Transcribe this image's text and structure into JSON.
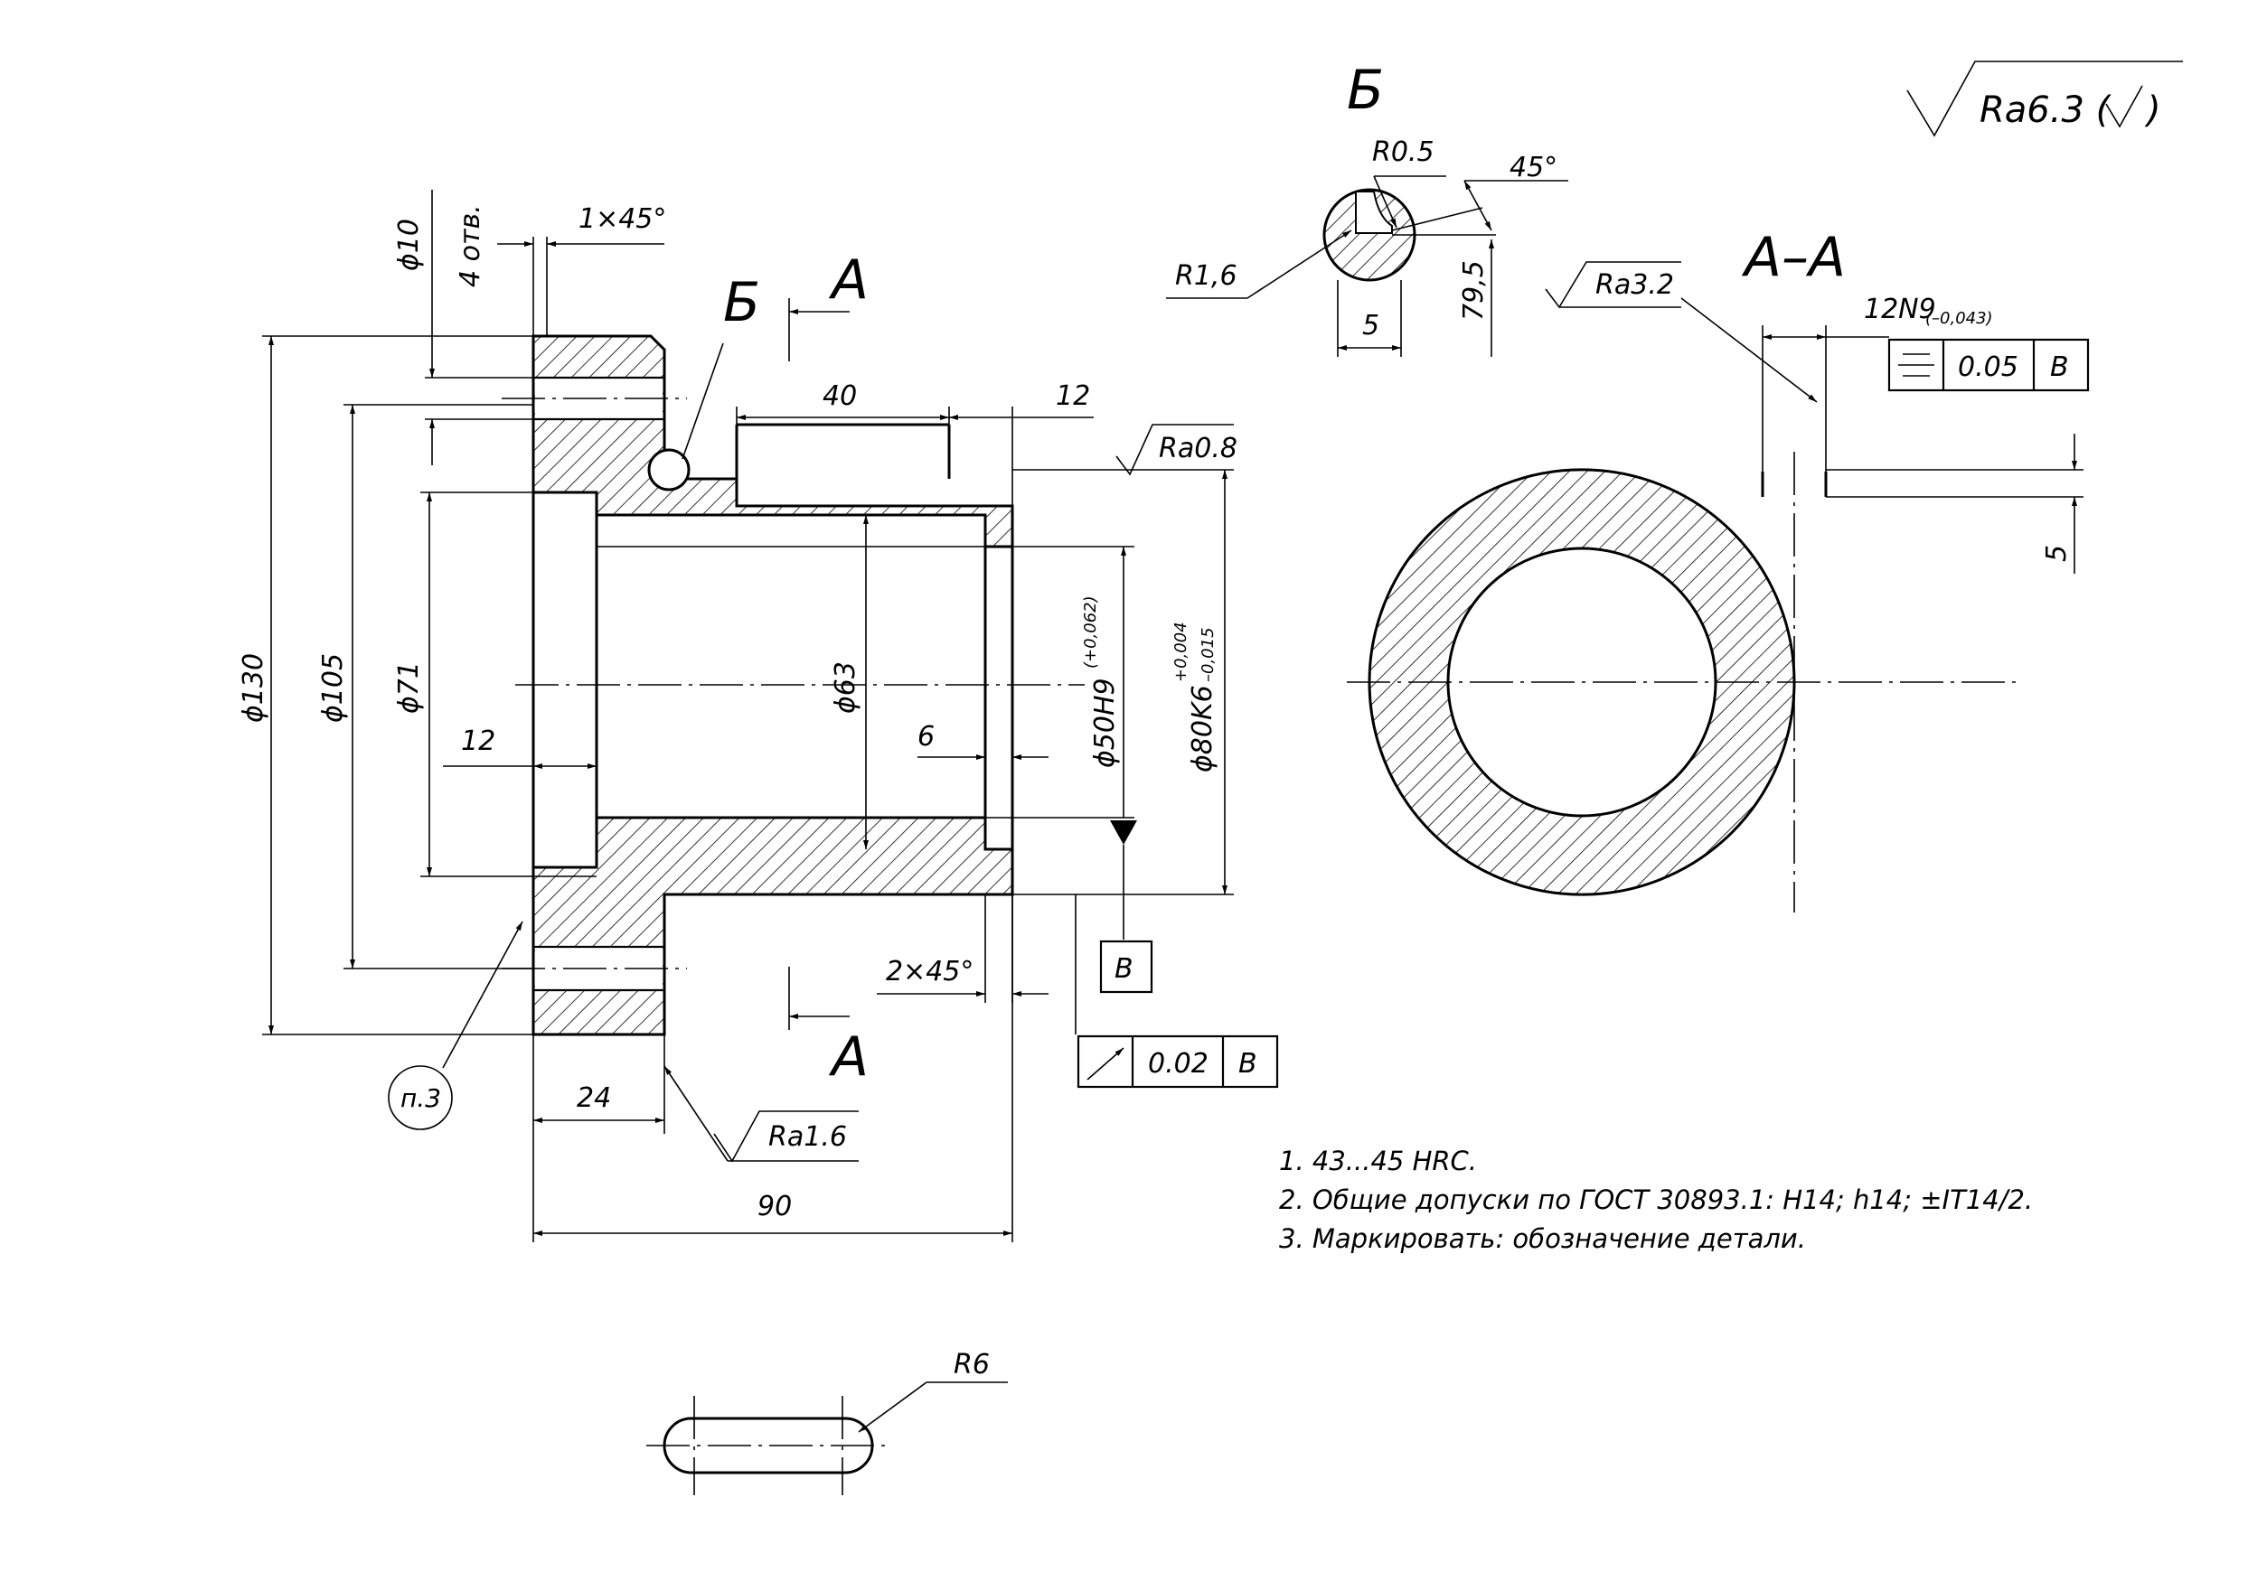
{
  "roughness": {
    "general": "Ra6.3 (",
    "face_inner": "Ra0.8",
    "keyway": "Ra3.2",
    "flange_face": "Ra1.6"
  },
  "views": {
    "section_a_label_top": "А",
    "section_a_label_bottom": "А",
    "detail_b_label": "Б",
    "detail_b_title": "Б",
    "section_aa_title": "А–А"
  },
  "dimensions": {
    "hole_dia": "ϕ10",
    "hole_count": "4 отв.",
    "chamfer_top": "1×45°",
    "len_40": "40",
    "len_12_right": "12",
    "dia_130": "ϕ130",
    "dia_105": "ϕ105",
    "dia_71": "ϕ71",
    "dia_63": "ϕ63",
    "dia_50": "ϕ50H9",
    "dia_50_tol": "(+0,062)",
    "dia_80": "ϕ80K6",
    "dia_80_tol_up": "+0,004",
    "dia_80_tol_low": "–0,015",
    "len_12_left": "12",
    "len_6": "6",
    "chamfer_bottom": "2×45°",
    "len_24": "24",
    "len_90": "90",
    "detail_r05": "R0.5",
    "detail_r16": "R1,6",
    "detail_45": "45°",
    "detail_5": "5",
    "detail_795": "79,5",
    "key_width": "12N9",
    "key_width_tol": "(–0,043)",
    "key_depth": "5",
    "slot_radius": "R6"
  },
  "datum": {
    "label": "B"
  },
  "tolerance_frames": [
    {
      "symbol": "symmetry",
      "value": "0.05",
      "datum": "B"
    },
    {
      "symbol": "runout",
      "value": "0.02",
      "datum": "B"
    }
  ],
  "callout": {
    "label": "п.3"
  },
  "notes": [
    "1. 43...45 HRC.",
    "2. Общие допуски по ГОСТ 30893.1: H14; h14; ±IT14/2.",
    "3. Маркировать: обозначение детали."
  ]
}
